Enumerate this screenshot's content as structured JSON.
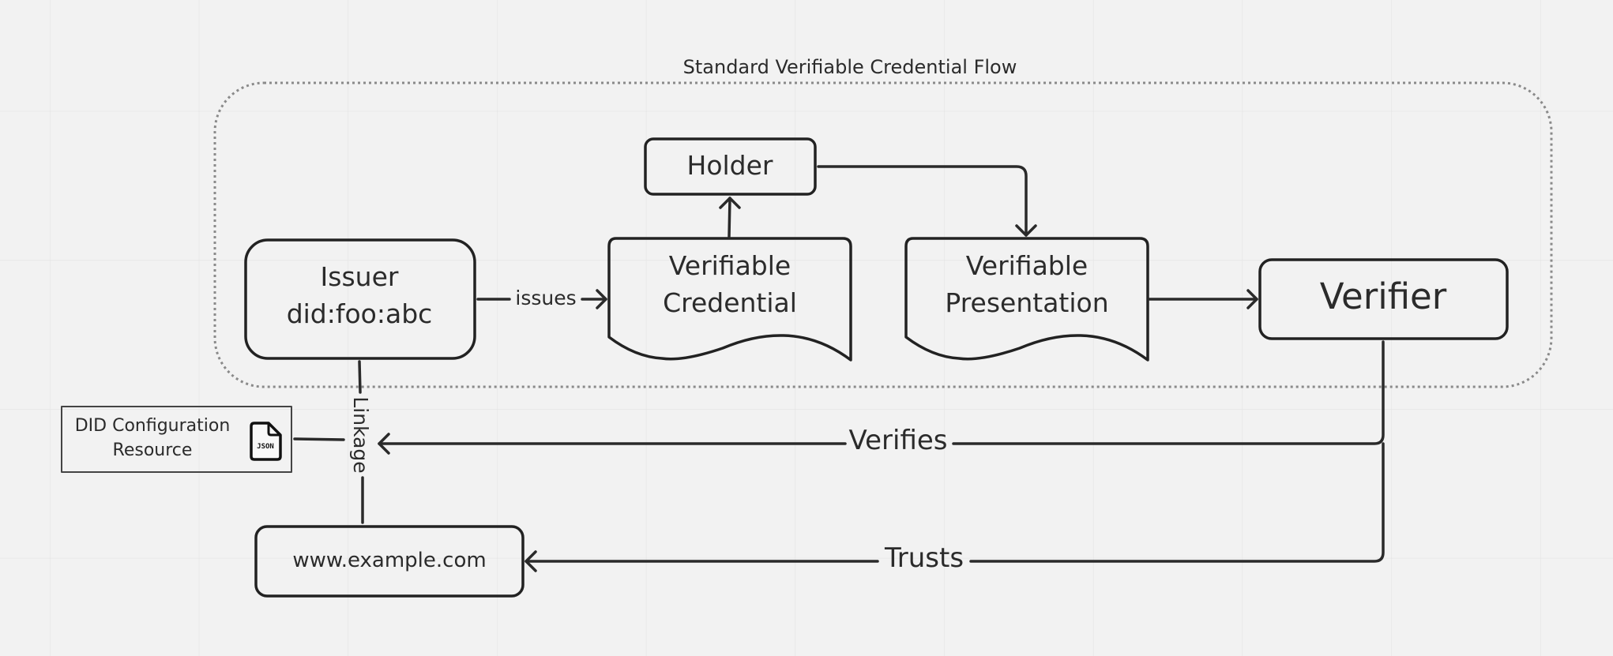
{
  "frame": {
    "title": "Standard Verifiable Credential Flow"
  },
  "nodes": {
    "holder": {
      "label": "Holder"
    },
    "issuer": {
      "line1": "Issuer",
      "line2": "did:foo:abc"
    },
    "credential": {
      "line1": "Verifiable",
      "line2": "Credential"
    },
    "presentation": {
      "line1": "Verifiable",
      "line2": "Presentation"
    },
    "verifier": {
      "label": "Verifier"
    },
    "did_config": {
      "line1": "DID Configuration",
      "line2": "Resource",
      "icon": "json-file-icon",
      "icon_text": "JSON"
    },
    "website": {
      "label": "www.example.com"
    }
  },
  "edges": {
    "issues": {
      "label": "issues"
    },
    "linkage": {
      "label": "Linkage"
    },
    "verifies": {
      "label": "Verifies"
    },
    "trusts": {
      "label": "Trusts"
    }
  },
  "colors": {
    "background": "#f2f2f2",
    "grid": "#e3e3e3",
    "stroke": "#222222",
    "text": "#2b2b2b",
    "frame": "#8a8a8a"
  }
}
